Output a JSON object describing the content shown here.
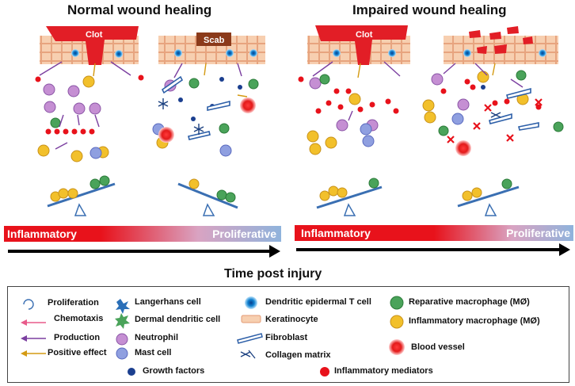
{
  "titles": {
    "normal": "Normal wound healing",
    "impaired": "Impaired wound healing"
  },
  "labels": {
    "clot": "Clot",
    "scab": "Scab"
  },
  "phase_bar": {
    "left": "Inflammatory",
    "right": "Proliferative"
  },
  "axis": {
    "title": "Time post injury"
  },
  "legend": {
    "proliferation": "Proliferation",
    "chemotaxis": "Chemotaxis",
    "production": "Production",
    "positive_effect": "Positive effect",
    "langerhans": "Langerhans cell",
    "dermal_dendritic": "Dermal dendritic cell",
    "neutrophil": "Neutrophil",
    "mast_cell": "Mast cell",
    "growth_factors": "Growth factors",
    "dendritic_t": "Dendritic epidermal T cell",
    "keratinocyte": "Keratinocyte",
    "fibroblast": "Fibroblast",
    "collagen": "Collagen matrix",
    "inflammatory_mediators": "Inflammatory mediators",
    "reparative_mac": "Reparative macrophage (MØ)",
    "inflammatory_mac": "Inflammatory macrophage (MØ)",
    "blood_vessel": "Blood vessel"
  },
  "colors": {
    "inflammatory_red": "#e8121b",
    "proliferative_blue": "#8fb3dc",
    "clot_red": "#e21e26",
    "scab_brown": "#8b3a1a",
    "keratinocyte": "#f6c9a8",
    "neutrophil": "#c58fd3",
    "inflammatory_mac": "#f2c02b",
    "reparative_mac": "#4aa35a",
    "mast_cell": "#8f9fe0",
    "growth_factor": "#1b3f8f"
  }
}
